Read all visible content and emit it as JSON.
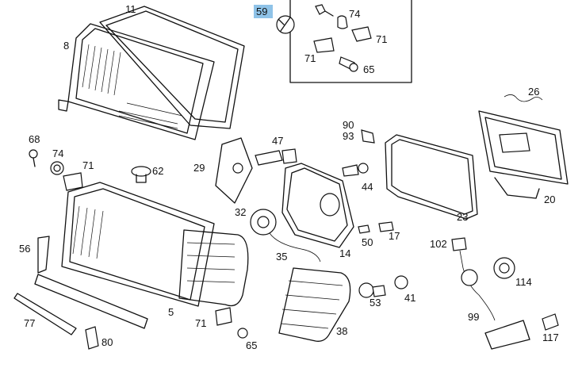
{
  "diagram": {
    "highlight_color": "#8fc3e8",
    "labels": {
      "p59": "59",
      "p74a": "74",
      "p71a": "71",
      "p71b": "71",
      "p65a": "65",
      "p11": "11",
      "p8": "8",
      "p26": "26",
      "p90": "90",
      "p93": "93",
      "p47": "47",
      "p68": "68",
      "p74b": "74",
      "p71c": "71",
      "p62": "62",
      "p29": "29",
      "p44": "44",
      "p20": "20",
      "p23": "23",
      "p32": "32",
      "p50": "50",
      "p17": "17",
      "p56": "56",
      "p35": "35",
      "p14": "14",
      "p102": "102",
      "p114": "114",
      "p53": "53",
      "p41": "41",
      "p5": "5",
      "p77": "77",
      "p71d": "71",
      "p80": "80",
      "p65b": "65",
      "p38": "38",
      "p99": "99",
      "p117": "117"
    }
  }
}
